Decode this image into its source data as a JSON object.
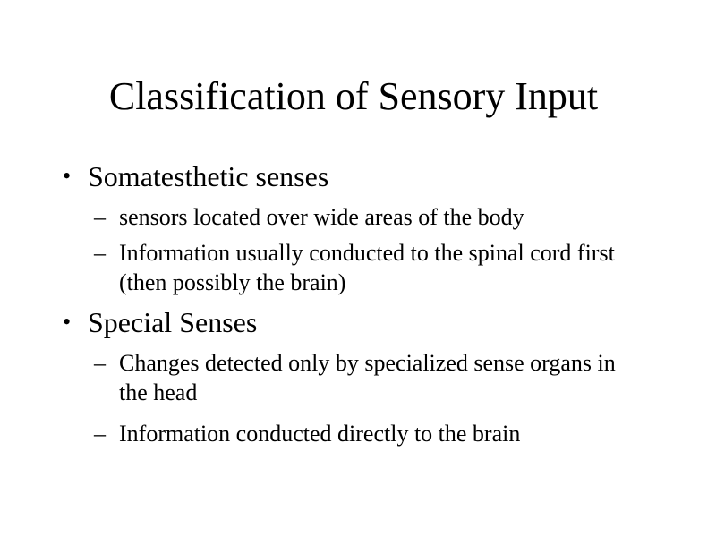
{
  "slide": {
    "title": "Classification of Sensory Input",
    "bullet_marker": "•",
    "sub_marker": "–",
    "bullets": [
      {
        "text": "Somatesthetic senses",
        "subs": [
          "sensors located over wide areas of the body",
          "Information usually conducted to the spinal cord first (then possibly the brain)"
        ]
      },
      {
        "text": "Special Senses",
        "subs": [
          "Changes detected only by specialized sense organs in the head",
          "Information conducted directly to the brain"
        ]
      }
    ]
  }
}
